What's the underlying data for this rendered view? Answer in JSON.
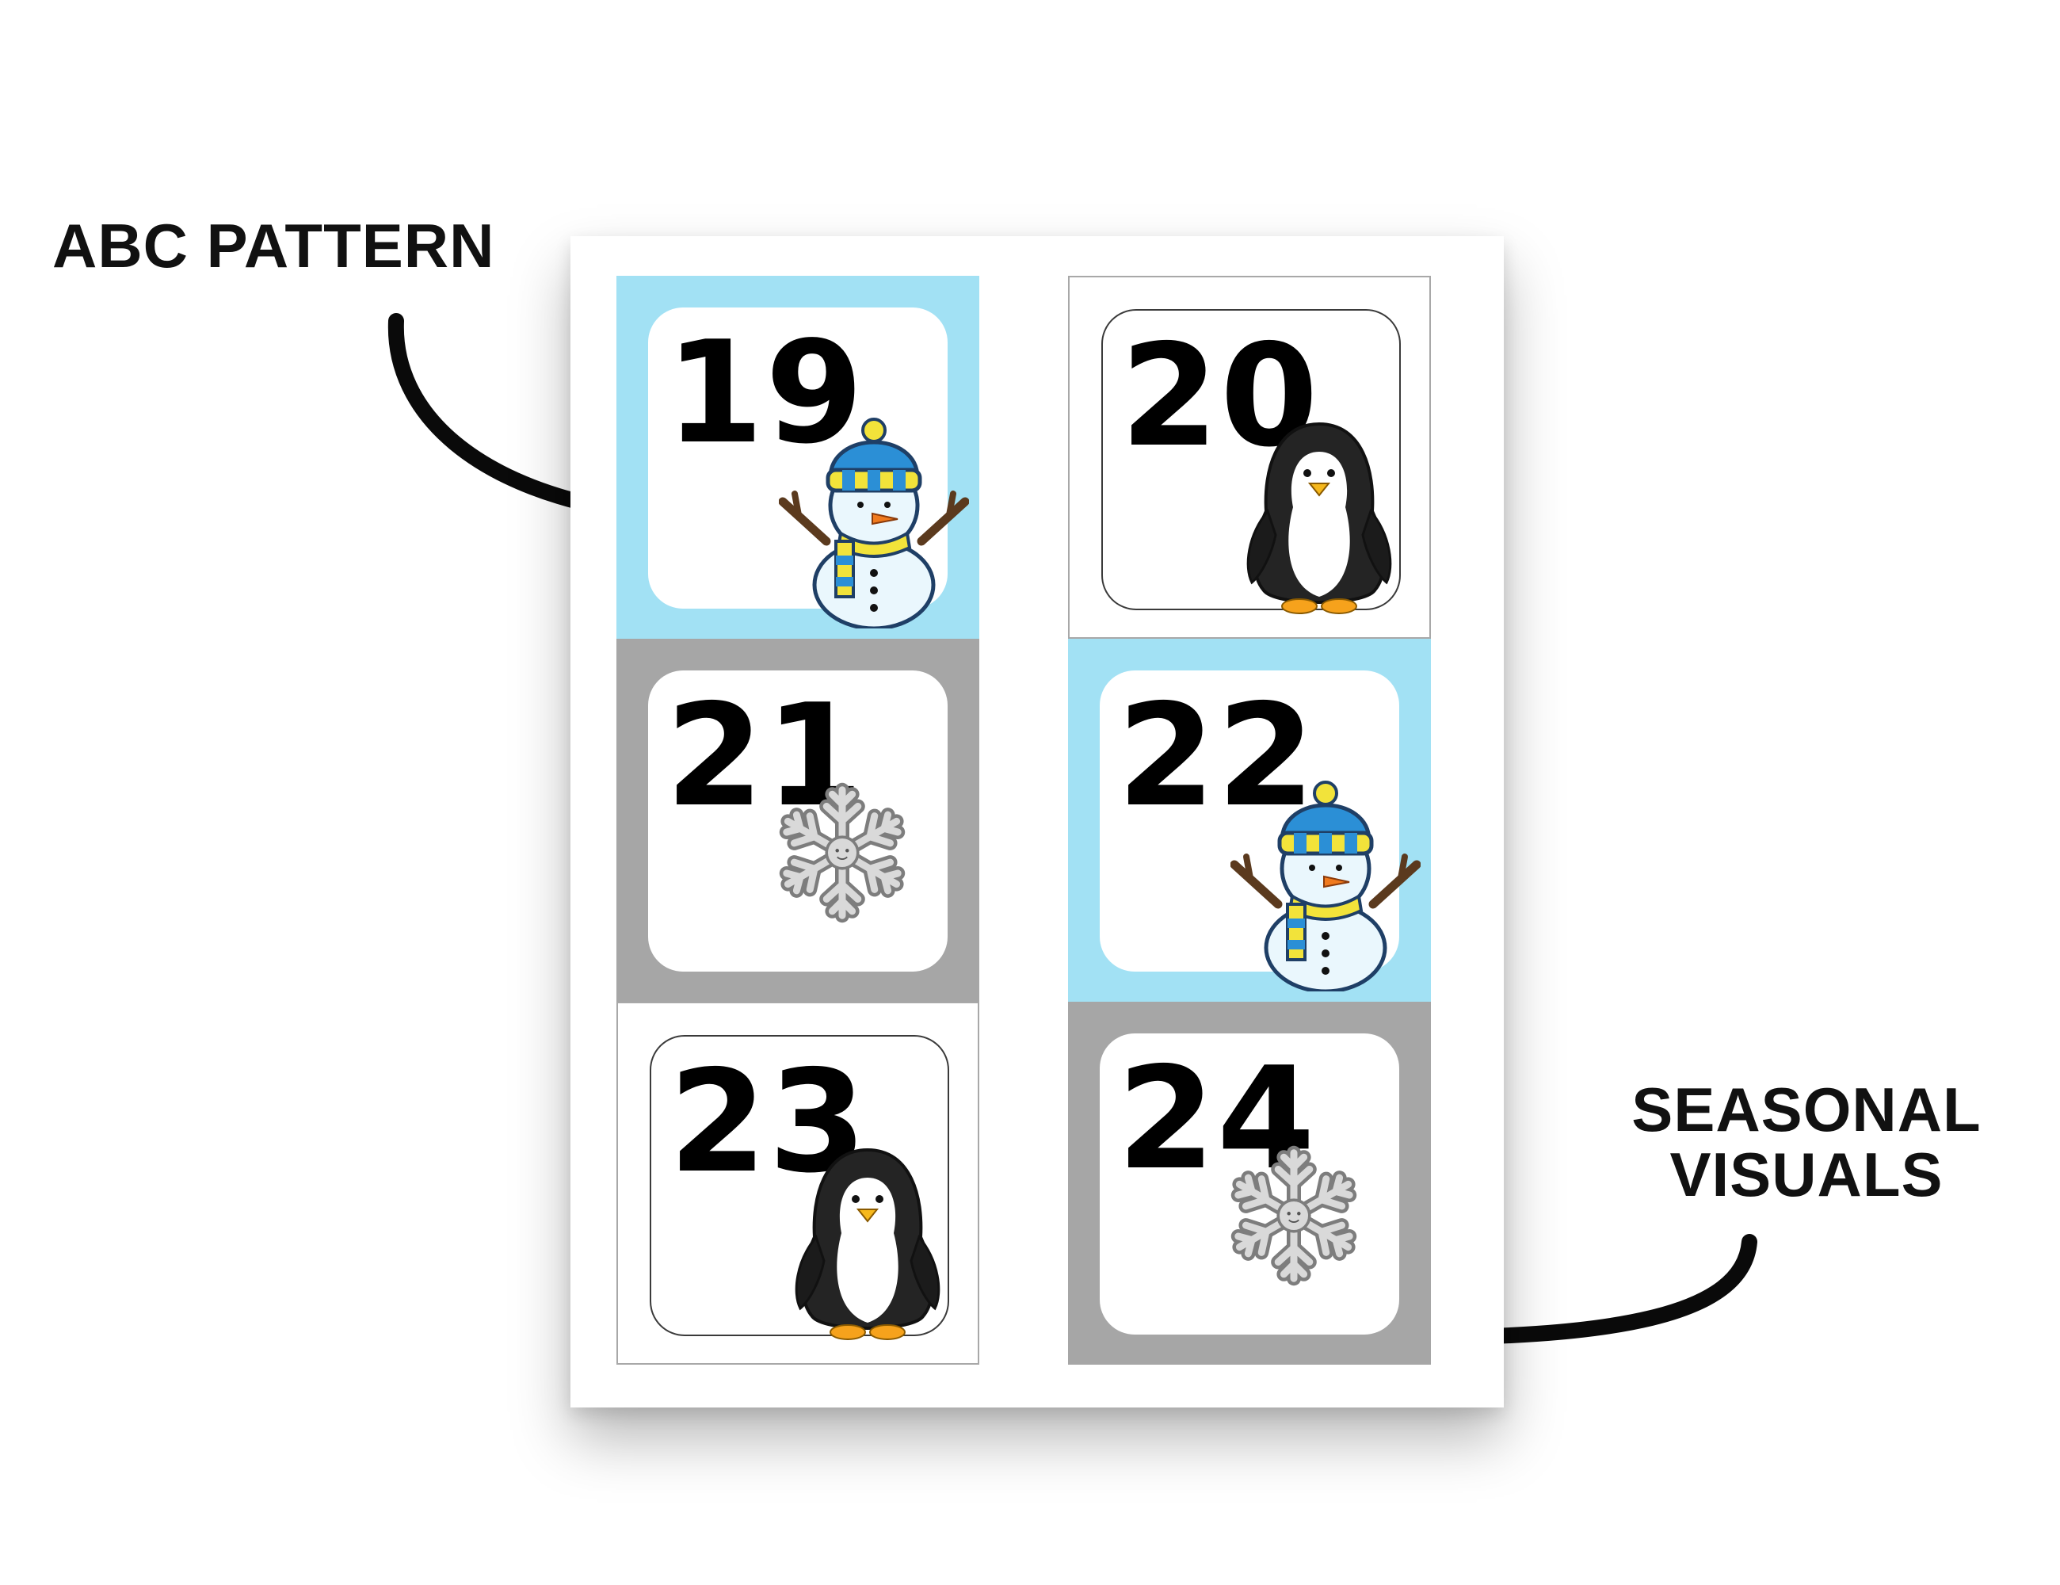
{
  "callouts": {
    "left": "ABC PATTERN",
    "right_line1": "SEASONAL",
    "right_line2": "VISUALS"
  },
  "colors": {
    "blue": "#a2e1f4",
    "gray": "#a6a6a6",
    "white": "#ffffff",
    "ink": "#111111"
  },
  "cards": [
    {
      "number": "19",
      "background": "blue",
      "icon": "snowman-icon"
    },
    {
      "number": "20",
      "background": "white",
      "icon": "penguin-icon"
    },
    {
      "number": "21",
      "background": "gray",
      "icon": "snowflake-icon"
    },
    {
      "number": "22",
      "background": "blue",
      "icon": "snowman-icon"
    },
    {
      "number": "23",
      "background": "white",
      "icon": "penguin-icon"
    },
    {
      "number": "24",
      "background": "gray",
      "icon": "snowflake-icon"
    }
  ]
}
